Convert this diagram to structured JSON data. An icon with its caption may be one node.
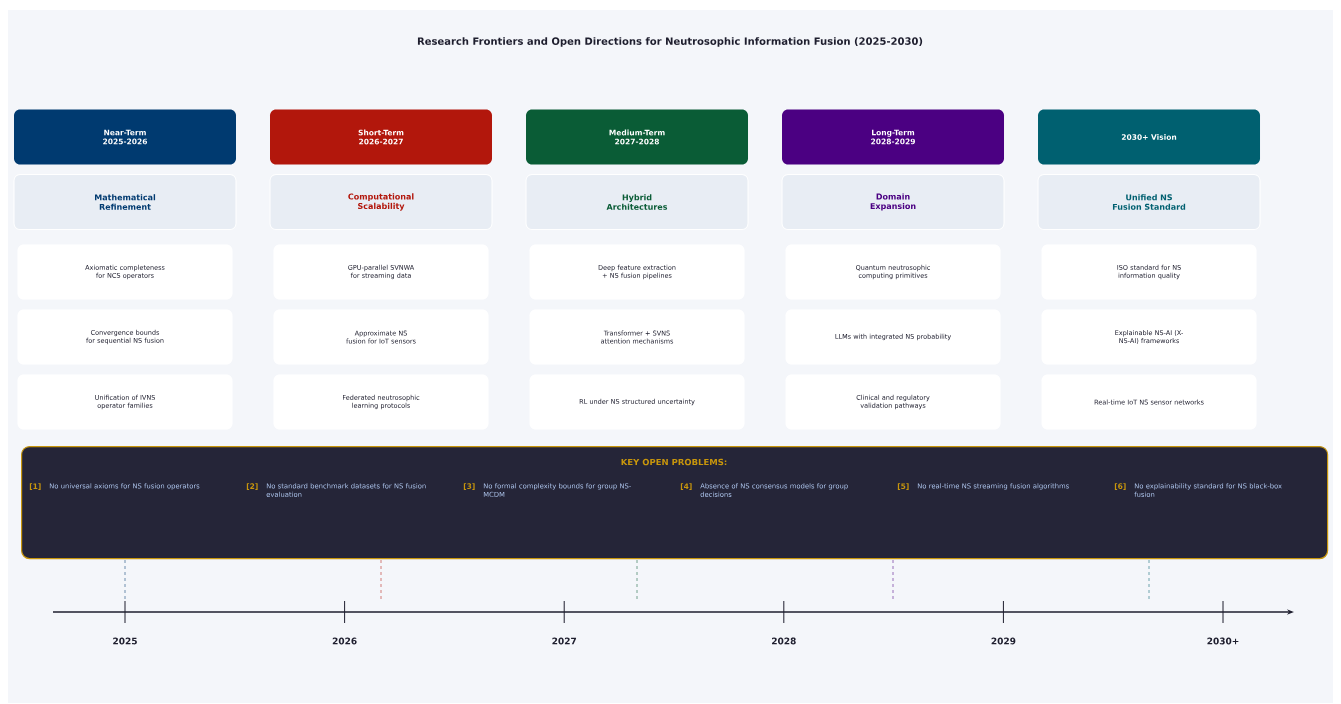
{
  "diagram": {
    "title": "Research Frontiers and Open Directions for Neutrosophic Information Fusion (2025-2030)",
    "nodes": [
      {
        "text": [
          "Near-Term 2025-2026"
        ]
      },
      {
        "text": [
          "Short-Term 2026-2027"
        ]
      },
      {
        "text": [
          "Medium-Term 2027-2028"
        ]
      },
      {
        "text": [
          "Long-Term 2028-2029"
        ]
      },
      {
        "text": [
          "2030+ Vision"
        ]
      },
      {
        "text": [
          "Mathematical Refinement"
        ]
      },
      {
        "text": [
          "Computational Scalability"
        ]
      },
      {
        "text": [
          "Hybrid Architectures"
        ]
      },
      {
        "text": [
          "Domain Expansion"
        ]
      },
      {
        "text": [
          "Unified NS Fusion Standard"
        ]
      },
      {
        "text": [
          "Axiomatic completeness for NCS operators"
        ]
      },
      {
        "text": [
          "GPU-parallel SVNWA for streaming data"
        ]
      },
      {
        "text": [
          "Deep feature extraction + NS fusion pipelines"
        ]
      },
      {
        "text": [
          "Quantum neutrosophic computing primitives"
        ]
      },
      {
        "text": [
          "ISO standard for NS information quality"
        ]
      },
      {
        "text": [
          "Convergence bounds for sequential NS fusion"
        ]
      },
      {
        "text": [
          "Approximate NS fusion for IoT sensors"
        ]
      },
      {
        "text": [
          "Transformer + SVNS attention mechanisms"
        ]
      },
      {
        "text": [
          "LLMs with integrated NS probability"
        ]
      },
      {
        "text": [
          "Explainable NS-AI (X-NS-AI) frameworks"
        ]
      },
      {
        "text": [
          "Unification of IVNS operator families"
        ]
      },
      {
        "text": [
          "Federated neutrosophic learning protocols"
        ]
      },
      {
        "text": [
          "RL under NS structured uncertainty"
        ]
      },
      {
        "text": [
          "Clinical and regulatory validation pathways"
        ]
      },
      {
        "text": [
          "Real-time IoT NS sensor networks"
        ]
      },
      {
        "text": [
          "KEY OPEN PROBLEMS:"
        ]
      }
    ],
    "labels": [
      "[1]",
      "No universal axioms for NS fusion operators",
      "[2]",
      "No standard benchmark datasets for NS fusion evaluation",
      "[3]",
      "No formal complexity bounds for group NS-MCDM",
      "[4]",
      "Absence of NS consensus models for group decisions",
      "[5]",
      "No real-time NS streaming fusion algorithms",
      "[6]",
      "No explainability standard for NS black-box fusion",
      "2025",
      "2026",
      "2027",
      "2028",
      "2029",
      "2030+"
    ]
  }
}
